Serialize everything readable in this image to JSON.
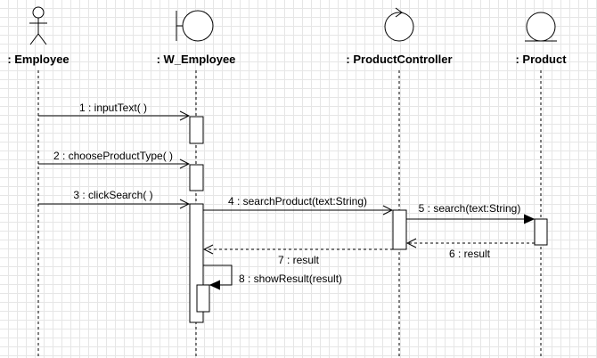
{
  "participants": {
    "employee": {
      "name": ": Employee",
      "stereotype": "actor"
    },
    "w_employee": {
      "name": ": W_Employee",
      "stereotype": "boundary"
    },
    "product_controller": {
      "name": ": ProductController",
      "stereotype": "control"
    },
    "product": {
      "name": ": Product",
      "stereotype": "entity"
    }
  },
  "messages": [
    {
      "label": "1 : inputText( )",
      "from": ": Employee",
      "to": ": W_Employee",
      "kind": "sync"
    },
    {
      "label": "2 : chooseProductType( )",
      "from": ": Employee",
      "to": ": W_Employee",
      "kind": "sync"
    },
    {
      "label": "3 : clickSearch( )",
      "from": ": Employee",
      "to": ": W_Employee",
      "kind": "sync"
    },
    {
      "label": "4 : searchProduct(text:String)",
      "from": ": W_Employee",
      "to": ": ProductController",
      "kind": "sync"
    },
    {
      "label": "5 : search(text:String)",
      "from": ": ProductController",
      "to": ": Product",
      "kind": "sync"
    },
    {
      "label": "6 : result",
      "from": ": Product",
      "to": ": ProductController",
      "kind": "return"
    },
    {
      "label": "7 : result",
      "from": ": ProductController",
      "to": ": W_Employee",
      "kind": "return"
    },
    {
      "label": "8 : showResult(result)",
      "from": ": W_Employee",
      "to": ": W_Employee",
      "kind": "self"
    }
  ],
  "colors": {
    "line": "#000000",
    "grid": "#e6e6e6",
    "background": "#ffffff"
  }
}
